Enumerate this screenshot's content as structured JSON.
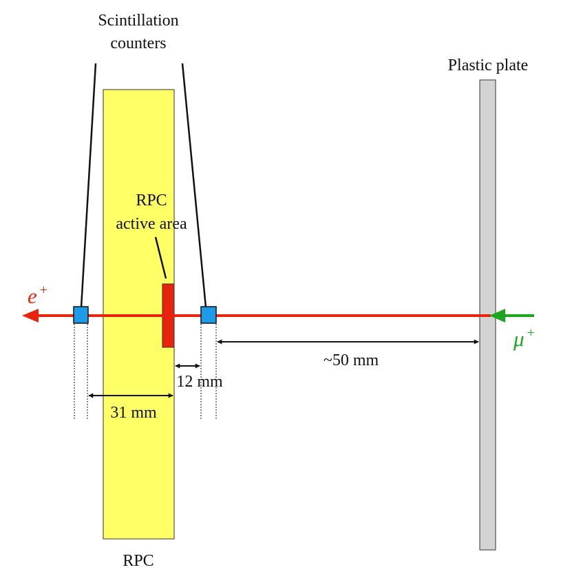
{
  "labels": {
    "scint_line1": "Scintillation",
    "scint_line2": "counters",
    "plastic_plate": "Plastic plate",
    "rpc_active_line1": "RPC",
    "rpc_active_line2": "active area",
    "rpc": "RPC",
    "dim_12": "12 mm",
    "dim_31": "31 mm",
    "dim_50": "~50 mm"
  },
  "particles": {
    "positron_symbol": "e",
    "positron_charge": "+",
    "muon_symbol": "μ",
    "muon_charge": "+"
  },
  "colors": {
    "rpc_fill": "#ffff66",
    "active_area": "#e8240e",
    "beam_positron": "#e8240e",
    "beam_muon": "#1ea51e",
    "counter": "#1e9be8",
    "plate": "#d3d3d3",
    "line": "#111111"
  }
}
